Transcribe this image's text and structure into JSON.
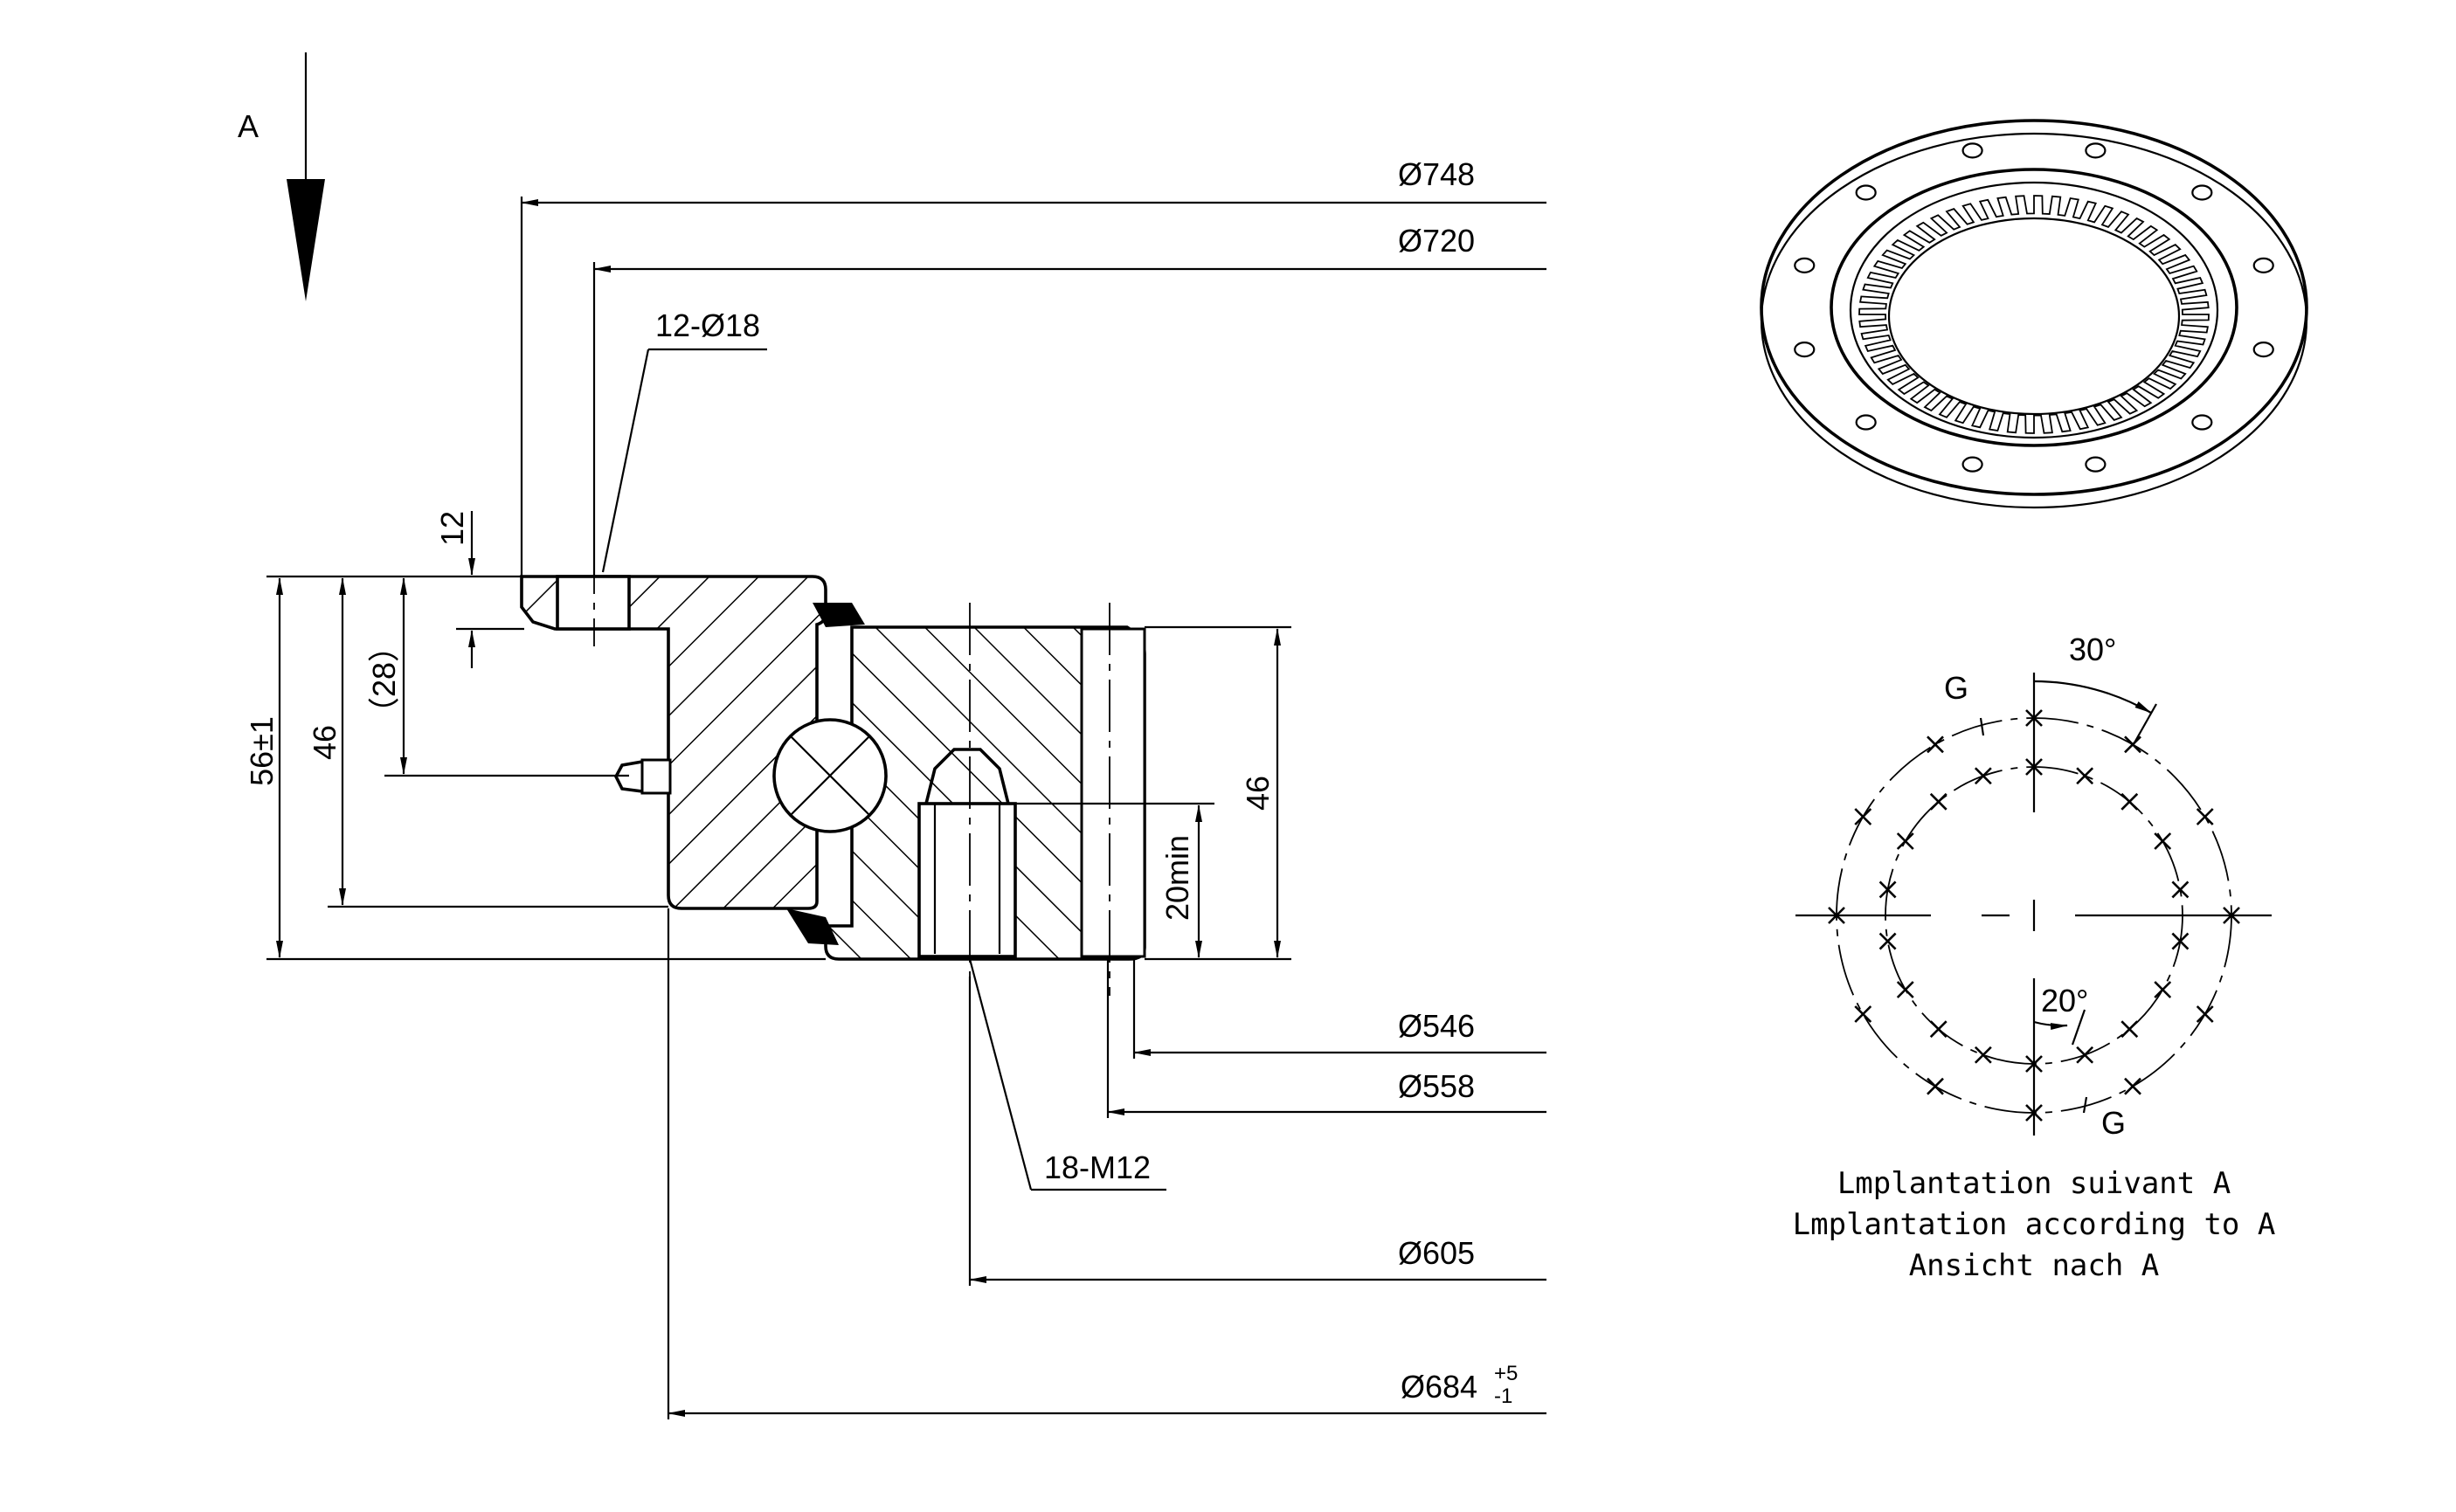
{
  "view": {
    "label": "A"
  },
  "dimensions": {
    "d748": "Ø748",
    "d720": "Ø720",
    "holes": "12-Ø18",
    "d546": "Ø546",
    "d558": "Ø558",
    "threads": "18-M12",
    "d605": "Ø605",
    "d684": "Ø684",
    "d684_upper": "+5",
    "d684_lower": "-1",
    "h12": "12",
    "h28": "（28）",
    "h46_left": "46",
    "h56": "56±1",
    "h46_right": "46",
    "thread_depth": "20min"
  },
  "pattern": {
    "angle_outer": "30°",
    "angle_inner": "20°",
    "grease_top": "G",
    "grease_bottom": "G",
    "caption_fr": "Lmplantation suivant A",
    "caption_en": "Lmplantation according to A",
    "caption_de": "Ansicht nach A"
  }
}
